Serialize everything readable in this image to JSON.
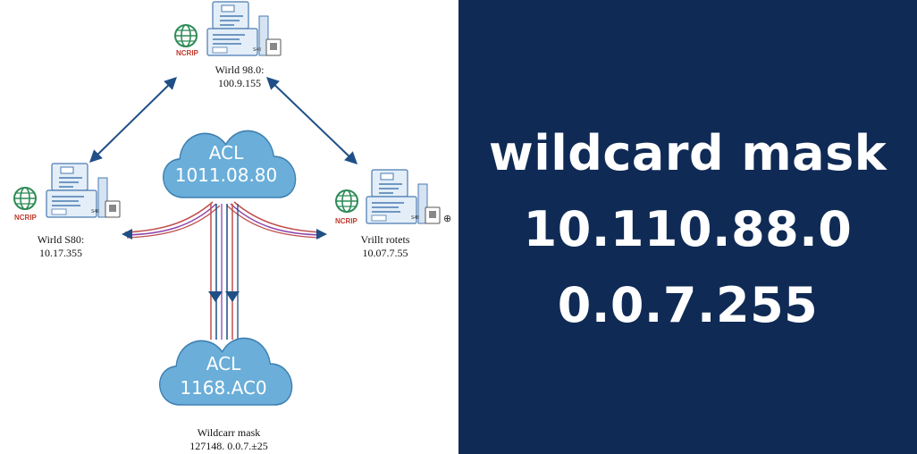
{
  "top_node": {
    "badge": "NCRIP",
    "name": "Wirld 98.0:",
    "ip": "100.9.155"
  },
  "left_node": {
    "badge": "NCRIP",
    "name": "Wirld S80:",
    "ip": "10.17.355"
  },
  "right_node": {
    "badge": "NCRIP",
    "name": "Vrillt rotets",
    "ip": "10.07.7.55",
    "extra_glyph": "⊕"
  },
  "cloud_top": {
    "title": "ACL",
    "value": "1011.08.80"
  },
  "cloud_bottom": {
    "title": "ACL",
    "value": "1168.AC0"
  },
  "bottom_caption": {
    "line1": "Wildcarr mask",
    "line2": "127148. 0.0.7.±25"
  },
  "server_small_text": {
    "top": "S48",
    "left": "S48",
    "right": "S48"
  },
  "panel": {
    "line1": "wildcard mask",
    "line2": "10.110.88.0",
    "line3": "0.0.7.255"
  },
  "colors": {
    "panel_bg": "#0f2a55",
    "cloud_fill": "#6aaed9",
    "arrow": "#1f4f86",
    "link_red": "#c0504d",
    "link_purple": "#8e44ad",
    "globe": "#2e8b57"
  }
}
